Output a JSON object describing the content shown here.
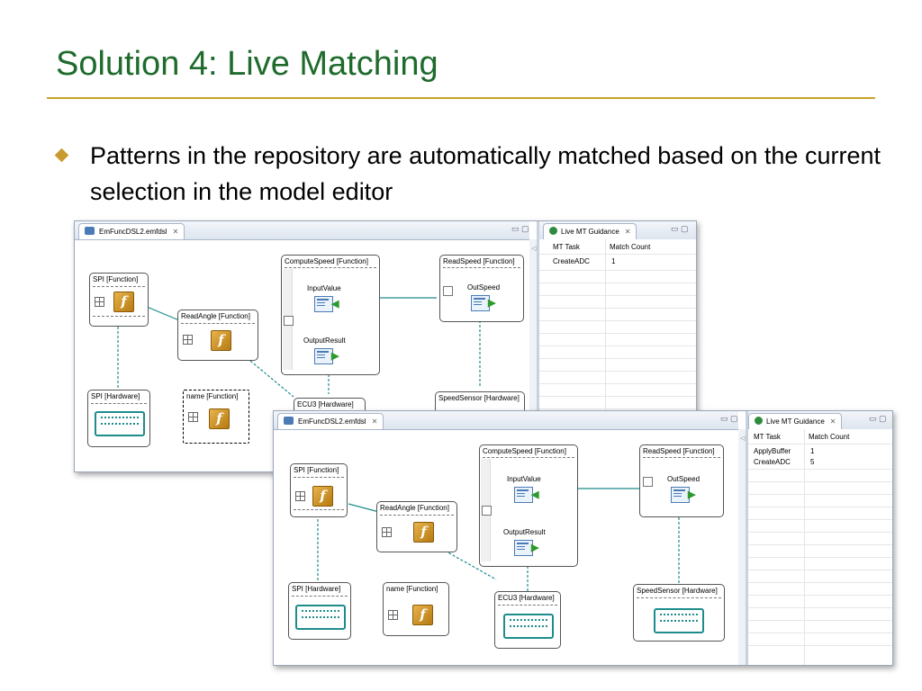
{
  "slide": {
    "title": "Solution 4: Live Matching",
    "bullet": "Patterns in the repository are automatically matched based on the current selection in the model editor"
  },
  "colors": {
    "title_green": "#1e6b2c",
    "accent_gold": "#c9a227",
    "edge_teal": "#1e8c8c"
  },
  "screens": [
    {
      "editor_tab": "EmFuncDSL2.emfdsl",
      "guidance_tab": "Live MT Guidance",
      "columns": [
        "MT Task",
        "Match Count"
      ],
      "rows": [
        {
          "task": "CreateADC",
          "count": "1"
        }
      ],
      "nodes": {
        "spi_function": "SPI [Function]",
        "read_angle": "ReadAngle [Function]",
        "spi_hardware": "SPI [Hardware]",
        "name_function": "name [Function]",
        "compute_speed": "ComputeSpeed [Function]",
        "input_value": "InputValue",
        "output_result": "OutputResult",
        "read_speed": "ReadSpeed [Function]",
        "out_speed": "OutSpeed",
        "ecu3": "ECU3 [Hardware]",
        "speed_sensor": "SpeedSensor [Hardware]"
      }
    },
    {
      "editor_tab": "EmFuncDSL2.emfdsl",
      "guidance_tab": "Live MT Guidance",
      "columns": [
        "MT Task",
        "Match Count"
      ],
      "rows": [
        {
          "task": "ApplyBuffer",
          "count": "1"
        },
        {
          "task": "CreateADC",
          "count": "5"
        }
      ],
      "nodes": {
        "spi_function": "SPI [Function]",
        "read_angle": "ReadAngle [Function]",
        "spi_hardware": "SPI [Hardware]",
        "name_function": "name [Function]",
        "compute_speed": "ComputeSpeed [Function]",
        "input_value": "InputValue",
        "output_result": "OutputResult",
        "read_speed": "ReadSpeed [Function]",
        "out_speed": "OutSpeed",
        "ecu3": "ECU3 [Hardware]",
        "speed_sensor": "SpeedSensor [Hardware]"
      }
    }
  ],
  "icons": {
    "function_glyph": "f",
    "tab_close": "✕",
    "window_controls": "▭ ▢",
    "ruler_arrow": "◁"
  }
}
